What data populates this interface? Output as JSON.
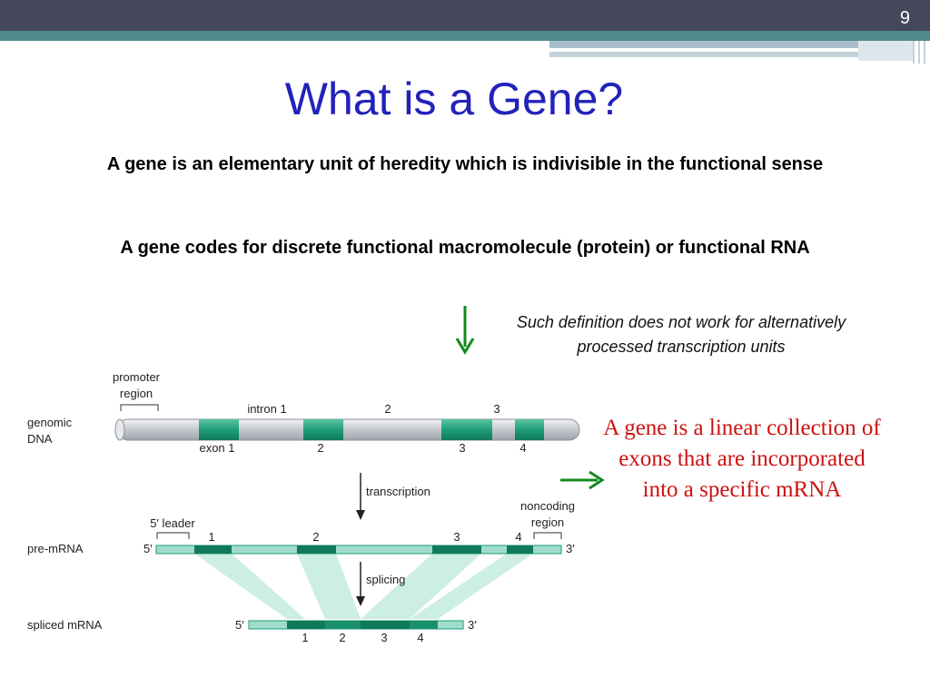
{
  "slide": {
    "number": "9",
    "title": "What is a Gene?",
    "definition_1": "A gene is an elementary unit of heredity which is indivisible in the functional sense",
    "definition_2": "A gene codes for discrete functional macromolecule (protein) or functional RNA",
    "caveat": "Such definition does not work for alternatively processed  transcription units",
    "conclusion": "A gene is a linear collection of exons that are incorporated into a specific mRNA"
  },
  "diagram": {
    "genomic_dna_line1": "genomic",
    "genomic_dna_line2": "DNA",
    "promoter_line1": "promoter",
    "promoter_line2": "region",
    "intron_labels": [
      "intron 1",
      "2",
      "3"
    ],
    "exon_labels": [
      "exon 1",
      "2",
      "3",
      "4"
    ],
    "transcription": "transcription",
    "leader": "5′ leader",
    "noncoding_line1": "noncoding",
    "noncoding_line2": "region",
    "premrna_label": "pre-mRNA",
    "premrna_exon_numbers": [
      "1",
      "2",
      "3",
      "4"
    ],
    "five_prime": "5′",
    "three_prime": "3′",
    "splicing": "splicing",
    "spliced_label": "spliced mRNA",
    "spliced_exon_numbers": [
      "1",
      "2",
      "3",
      "4"
    ],
    "colors": {
      "exon": "#1f9e77",
      "exon_dark": "#0f7a5a",
      "mrna_light": "#9fdccb",
      "dna_grey": "#c8ccd2",
      "arrow_green": "#138a1f"
    }
  }
}
